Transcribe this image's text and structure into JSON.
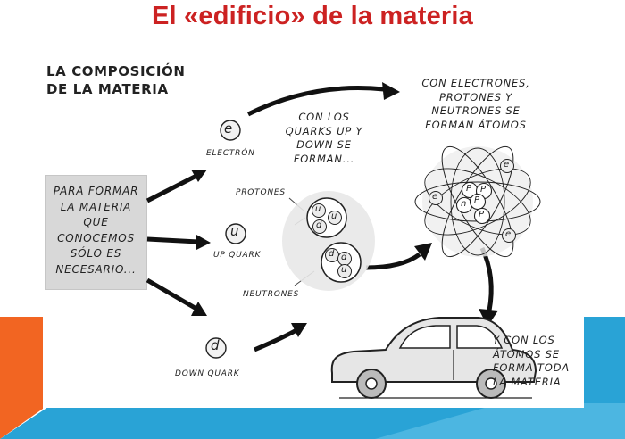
{
  "title": "El «edificio» de la materia",
  "heading": {
    "line1": "LA COMPOSICIÓN",
    "line2": "DE LA MATERIA"
  },
  "intro_box": [
    "PARA FORMAR",
    "LA MATERIA",
    "QUE",
    "CONOCEMOS",
    "SÓLO ES",
    "NECESARIO..."
  ],
  "particles": {
    "electron": {
      "symbol": "e",
      "label": "ELECTRÓN"
    },
    "up_quark": {
      "symbol": "u",
      "label": "UP QUARK"
    },
    "down_quark": {
      "symbol": "d",
      "label": "DOWN QUARK"
    }
  },
  "quark_step": [
    "CON LOS",
    "QUARKS UP Y",
    "DOWN SE",
    "FORMAN..."
  ],
  "nucleons": {
    "protones": "PROTONES",
    "neutrones": "NEUTRONES",
    "proton_quarks": [
      "u",
      "u",
      "d"
    ],
    "neutron_quarks": [
      "d",
      "d",
      "u"
    ]
  },
  "atom_step": [
    "CON ELECTRONES,",
    "PROTONES Y",
    "NEUTRONES SE",
    "FORMAN ÁTOMOS"
  ],
  "atom": {
    "electron_symbol": "e",
    "nucleus": [
      "P",
      "P",
      "n",
      "P",
      "P"
    ]
  },
  "matter_step": [
    "Y CON LOS",
    "ÁTOMOS SE",
    "FORMA TODA",
    "LA MATERIA"
  ],
  "colors": {
    "title": "#cc2222",
    "orange": "#f26522",
    "blue": "#29a3d6",
    "box": "#d8d8d8"
  }
}
